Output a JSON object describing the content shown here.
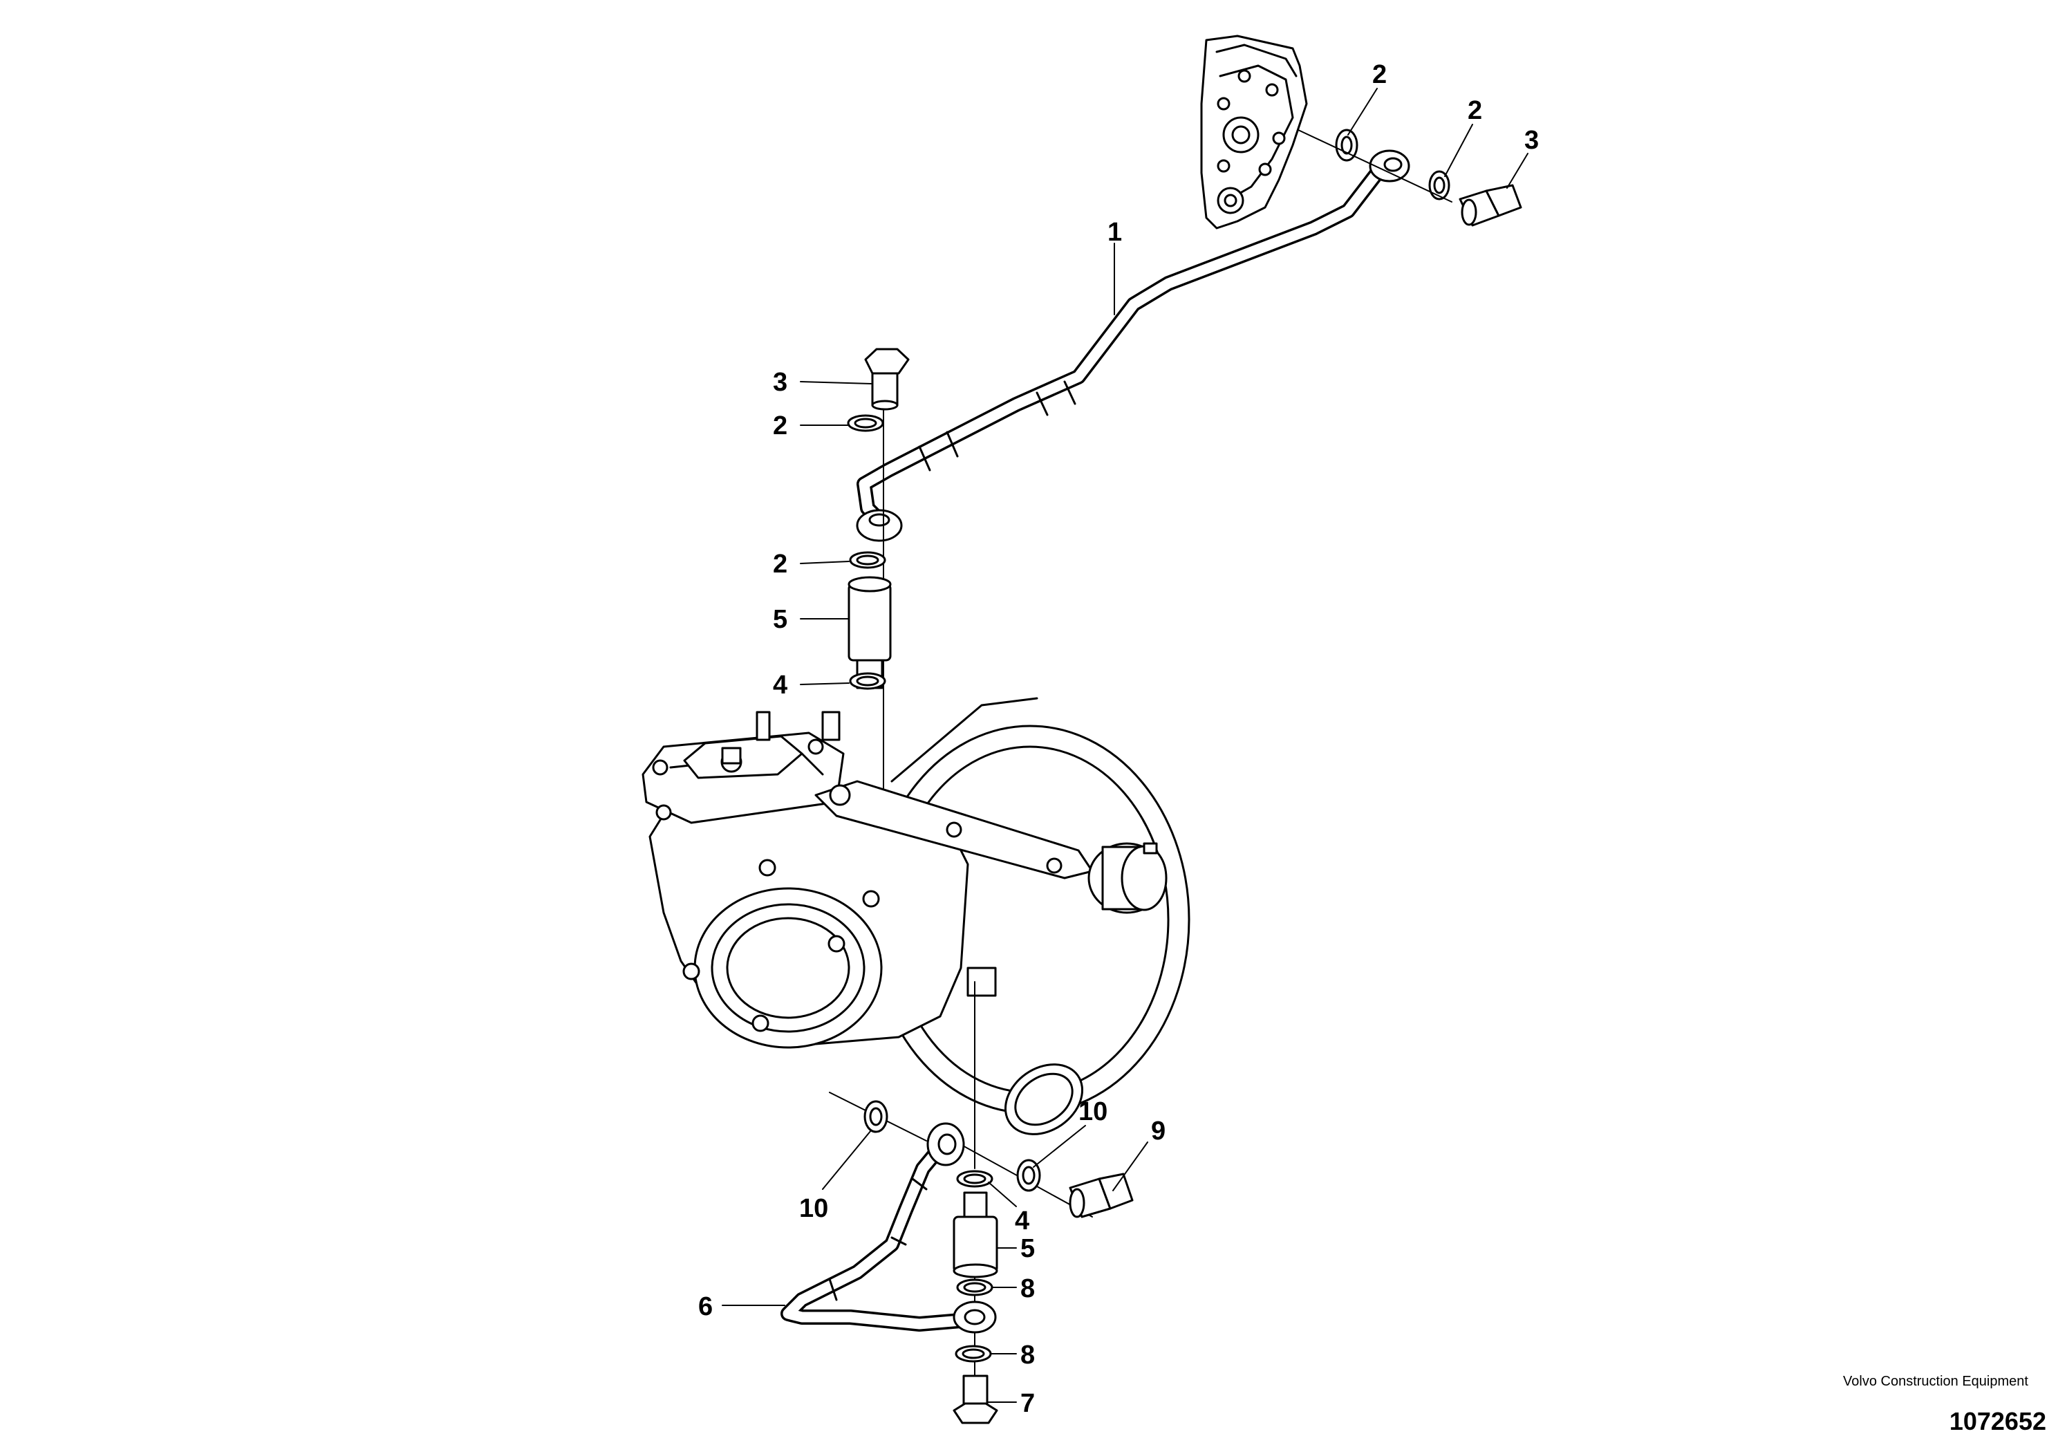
{
  "callouts": {
    "c1": "1",
    "c2_top_a": "2",
    "c2_top_b": "2",
    "c3_top": "3",
    "c3_left": "3",
    "c2_left_a": "2",
    "c2_left_b": "2",
    "c5_top": "5",
    "c4_top": "4",
    "c10_left": "10",
    "c10_right": "10",
    "c9": "9",
    "c4_bottom": "4",
    "c5_bottom": "5",
    "c8_a": "8",
    "c8_b": "8",
    "c6": "6",
    "c7": "7"
  },
  "credit": {
    "company": "Volvo Construction Equipment",
    "drawing_number": "1072652"
  }
}
